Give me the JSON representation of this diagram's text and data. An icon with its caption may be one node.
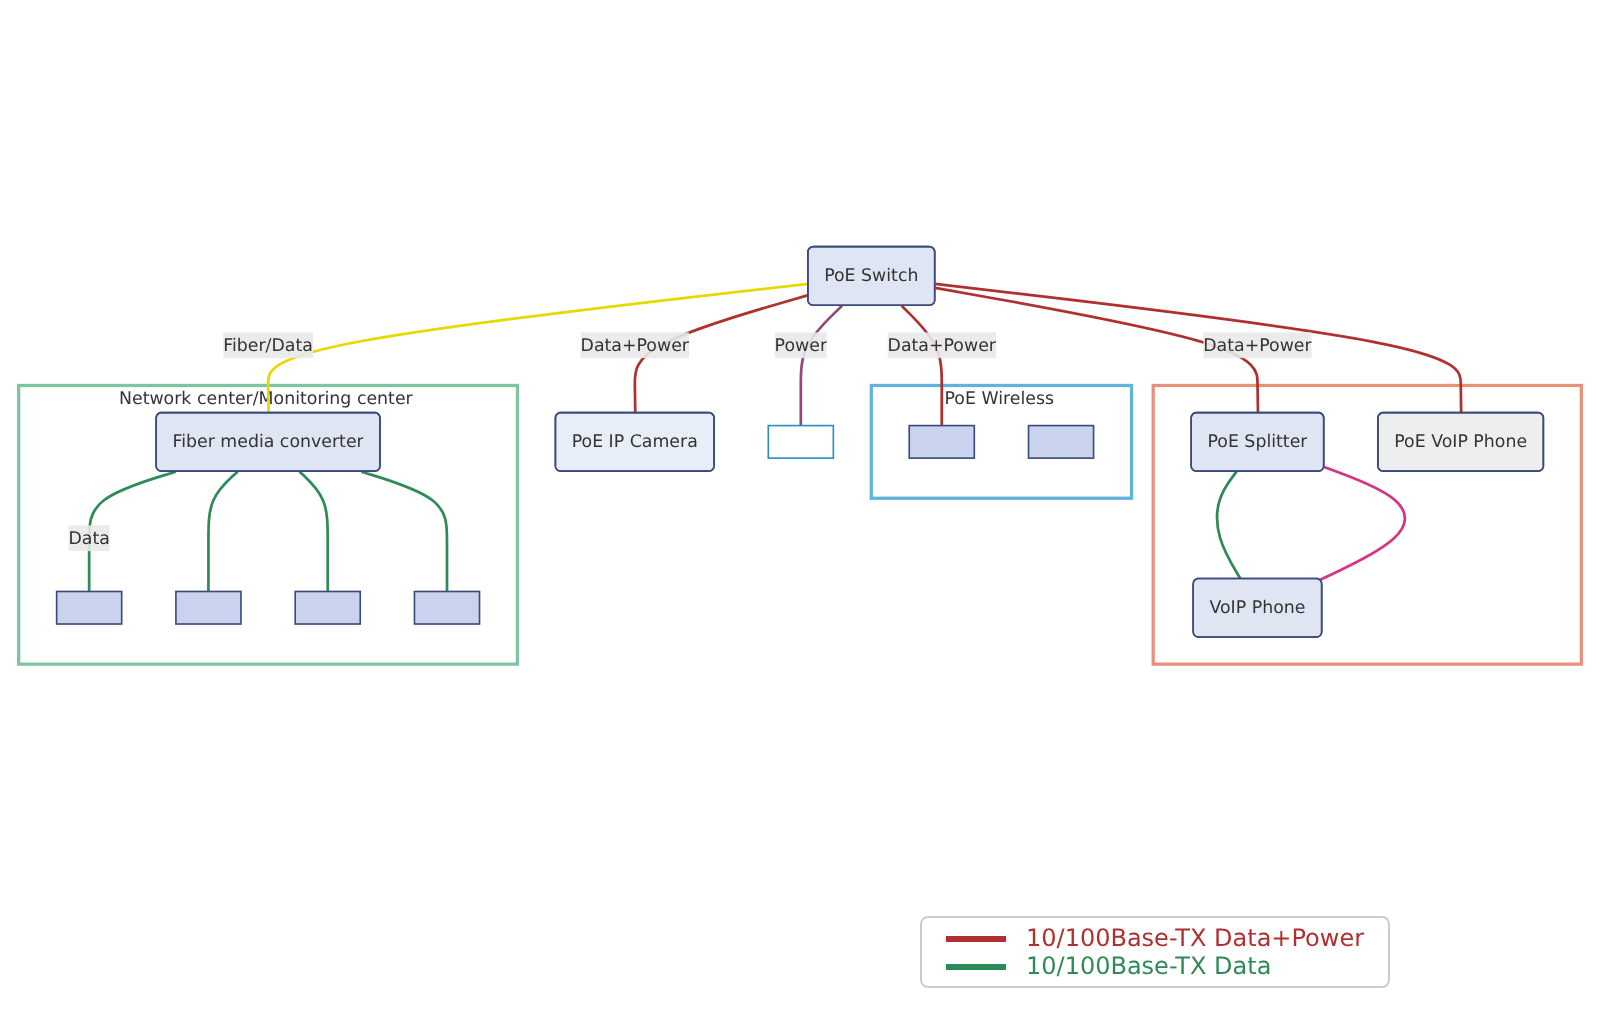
{
  "diagram": {
    "nodes": [
      {
        "text": [
          "PoE IP Camera"
        ]
      },
      {
        "text": [
          "PoE Switch"
        ]
      },
      {
        "text": [
          "PoE Wireless"
        ]
      },
      {
        "text": [],
        "shape": "box",
        "in": 2
      },
      {
        "text": [],
        "shape": "box",
        "in": 2
      },
      {
        "text": [],
        "shape": "box"
      },
      {
        "text": [],
        "shape": "box"
      },
      {
        "text": [
          "PoE Splitter"
        ],
        "in": 6
      },
      {
        "text": [
          "VoIP Phone"
        ],
        "in": 6
      },
      {
        "text": [
          "PoE VoIP Phone"
        ],
        "in": 6
      },
      {
        "text": [
          "Network center/Monitoring center"
        ]
      },
      {
        "text": [
          "Fiber media converter"
        ],
        "in": 10
      },
      {
        "text": [],
        "shape": "box",
        "in": 10
      },
      {
        "text": [],
        "shape": "box",
        "in": 10
      },
      {
        "text": [],
        "shape": "box",
        "in": 10
      },
      {
        "text": [],
        "shape": "box",
        "in": 10
      }
    ],
    "edges": [
      {
        "from": 1,
        "to": 0,
        "arrow": "none",
        "label": "Data+Power",
        "color": "#b03030"
      },
      {
        "from": 1,
        "to": 3,
        "arrow": "none",
        "label": "Data+Power",
        "color": "#b03030"
      },
      {
        "from": 1,
        "to": 5,
        "arrow": "none",
        "label": "Power",
        "color": "#8e4a7a"
      },
      {
        "from": 1,
        "to": 7,
        "arrow": "none",
        "label": "Data+Power",
        "color": "#b03030"
      },
      {
        "from": 1,
        "to": 9,
        "arrow": "none",
        "color": "#b03030"
      },
      {
        "from": 1,
        "to": 11,
        "arrow": "none",
        "label": "Fiber/Data",
        "color": "#e6d800"
      },
      {
        "from": 11,
        "to": 12,
        "arrow": "none",
        "label": "Data",
        "color": "#2e8b57"
      },
      {
        "from": 11,
        "to": 13,
        "arrow": "none",
        "color": "#2e8b57"
      },
      {
        "from": 11,
        "to": 14,
        "arrow": "none",
        "color": "#2e8b57"
      },
      {
        "from": 11,
        "to": 15,
        "arrow": "none",
        "color": "#2e8b57"
      },
      {
        "from": 7,
        "to": 8,
        "arrow": "none",
        "color": "#2e8b57"
      },
      {
        "from": 7,
        "to": 8,
        "arrow": "none",
        "color": "#d63384"
      }
    ],
    "legend": [
      {
        "text": "10/100Base-TX Data+Power",
        "color": "#b03030"
      },
      {
        "text": "10/100Base-TX Data",
        "color": "#2e8b57"
      }
    ]
  }
}
